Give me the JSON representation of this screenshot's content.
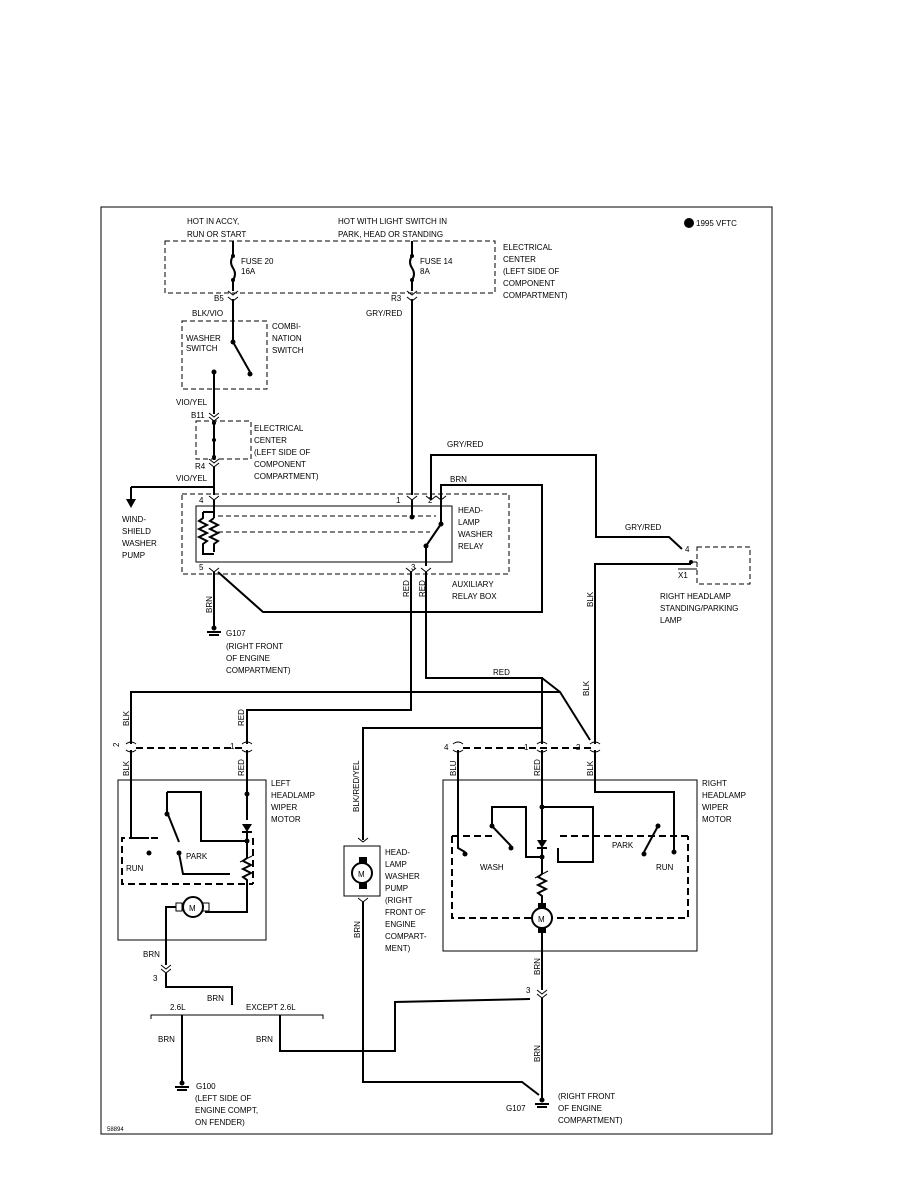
{
  "copyright": "1995 VFTC",
  "figure_number": "58894",
  "power": {
    "hot_accy_1": "HOT IN ACCY,",
    "hot_accy_2": "RUN OR START",
    "hot_light_1": "HOT WITH LIGHT SWITCH IN",
    "hot_light_2": "PARK, HEAD OR STANDING"
  },
  "fuses": {
    "fuse20": "FUSE 20",
    "fuse20_amp": "16A",
    "fuse14": "FUSE 14",
    "fuse14_amp": "8A"
  },
  "electrical_center_top": [
    "ELECTRICAL",
    "CENTER",
    "(LEFT SIDE OF",
    "COMPONENT",
    "COMPARTMENT)"
  ],
  "electrical_center_mid": [
    "ELECTRICAL",
    "CENTER",
    "(LEFT SIDE OF",
    "COMPONENT",
    "COMPARTMENT)"
  ],
  "connectors": {
    "b5": "B5",
    "r3": "R3",
    "b11": "B11",
    "r4": "R4",
    "x1": "X1",
    "p4": "4",
    "p1": "1",
    "p2": "2",
    "p5": "5",
    "p3": "3",
    "l2": "2",
    "l1": "1",
    "r4pin": "4",
    "r1pin": "1",
    "r2pin": "2",
    "bot3l": "3",
    "bot3r": "3",
    "lamp4": "4"
  },
  "wires": {
    "blk_vio": "BLK/VIO",
    "gry_red_top": "GRY/RED",
    "vio_yel_1": "VIO/YEL",
    "vio_yel_2": "VIO/YEL",
    "gry_red_mid": "GRY/RED",
    "brn_relay": "BRN",
    "gry_red_lamp": "GRY/RED",
    "brn_5": "BRN",
    "red_3a": "RED",
    "red_3b": "RED",
    "blk_lamp": "BLK",
    "red_h": "RED",
    "blk_diag": "BLK",
    "blk_l_up": "BLK",
    "red_l_up": "RED",
    "blk_l_dn": "BLK",
    "red_l_dn": "RED",
    "blu": "BLU",
    "red_r": "RED",
    "blk_r": "BLK",
    "blk_red_yel": "BLK/RED/YEL",
    "brn_pump": "BRN",
    "brn_lmotor": "BRN",
    "brn_mid": "BRN",
    "brn_26": "BRN",
    "brn_except": "BRN",
    "brn_rmotor": "BRN",
    "brn_rbot": "BRN"
  },
  "switch": {
    "washer_1": "WASHER",
    "washer_2": "SWITCH",
    "combi_1": "COMBI-",
    "combi_2": "NATION",
    "combi_3": "SWITCH"
  },
  "relay": [
    "HEAD-",
    "LAMP",
    "WASHER",
    "RELAY"
  ],
  "aux_box": [
    "AUXILIARY",
    "RELAY BOX"
  ],
  "windshield_pump": [
    "WIND-",
    "SHIELD",
    "WASHER",
    "PUMP"
  ],
  "ground_g107_top": {
    "id": "G107",
    "lines": [
      "(RIGHT FRONT",
      "OF ENGINE",
      "COMPARTMENT)"
    ]
  },
  "right_lamp": [
    "RIGHT HEADLAMP",
    "STANDING/PARKING",
    "LAMP"
  ],
  "left_motor": {
    "lines": [
      "LEFT",
      "HEADLAMP",
      "WIPER",
      "MOTOR"
    ],
    "park": "PARK",
    "run": "RUN",
    "m": "M"
  },
  "right_motor": {
    "lines": [
      "RIGHT",
      "HEADLAMP",
      "WIPER",
      "MOTOR"
    ],
    "park": "PARK",
    "run": "RUN",
    "wash": "WASH",
    "m": "M"
  },
  "pump": {
    "lines": [
      "HEAD-",
      "LAMP",
      "WASHER",
      "PUMP",
      "(RIGHT",
      "FRONT OF",
      "ENGINE",
      "COMPART-",
      "MENT)"
    ],
    "m": "M"
  },
  "variants": {
    "v26": "2.6L",
    "except": "EXCEPT 2.6L"
  },
  "ground_g100": {
    "id": "G100",
    "lines": [
      "(LEFT SIDE OF",
      "ENGINE COMPT,",
      "ON FENDER)"
    ]
  },
  "ground_g107_bot": {
    "id": "G107",
    "lines": [
      "(RIGHT FRONT",
      "OF ENGINE",
      "COMPARTMENT)"
    ]
  }
}
